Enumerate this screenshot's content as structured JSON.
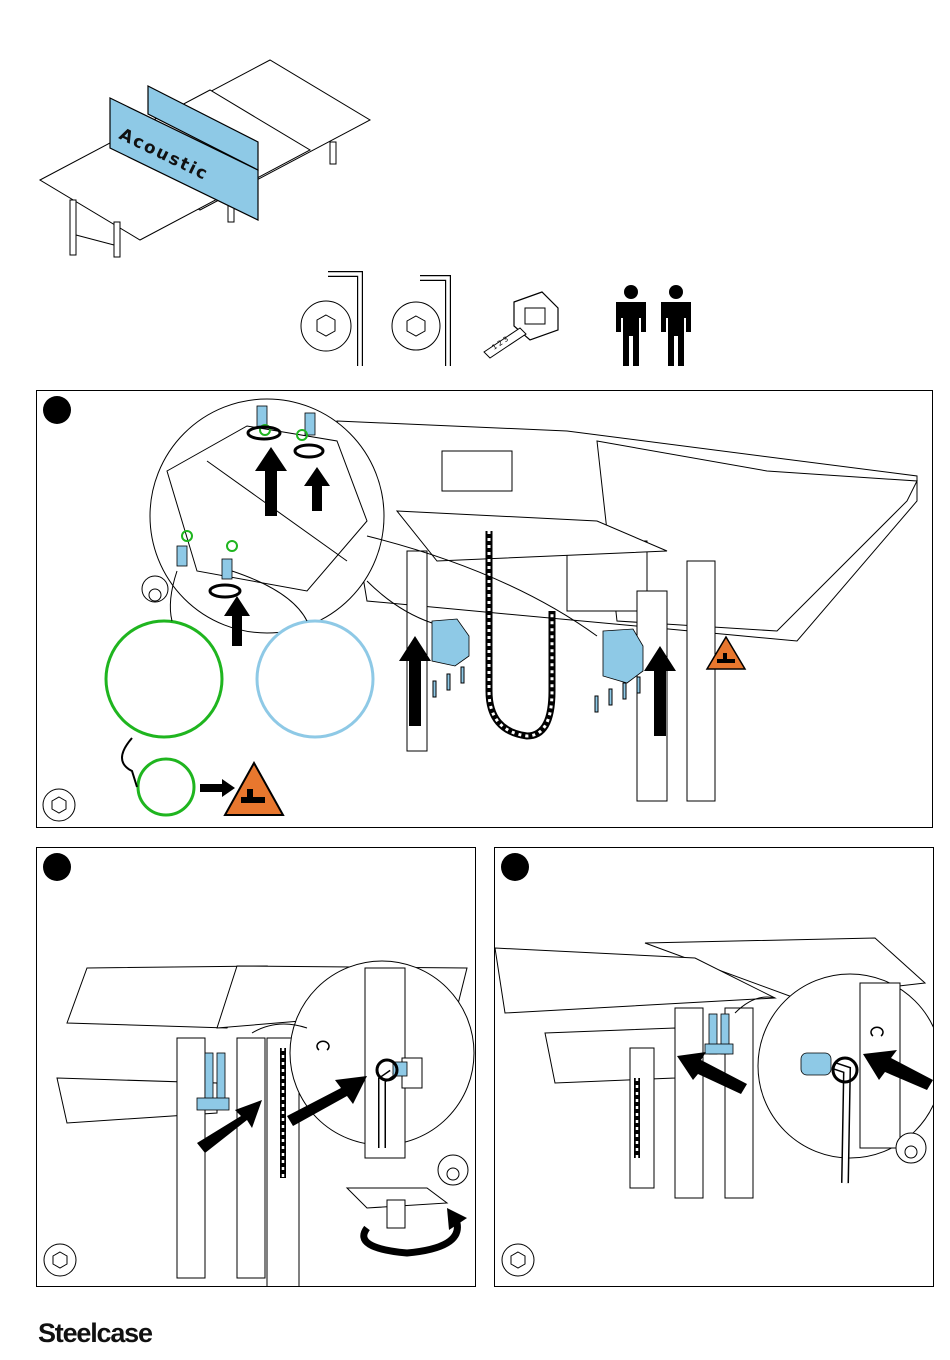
{
  "document": {
    "brand": "Steelcase",
    "hero": {
      "screen_label": "Acoustic",
      "screen_color": "#8ec9e6"
    },
    "tools": [
      {
        "icon": "hex-key-large-icon"
      },
      {
        "icon": "hex-key-small-icon"
      },
      {
        "icon": "tape-measure-icon",
        "tape_text": "1 2 3"
      },
      {
        "icon": "two-people-icon"
      }
    ],
    "steps": [
      {
        "id": 1,
        "badge_color": "#000000"
      },
      {
        "id": 2,
        "badge_color": "#000000"
      },
      {
        "id": 3,
        "badge_color": "#000000"
      }
    ],
    "colors": {
      "part_blue": "#8ec9e6",
      "callout_green": "#1fb51f",
      "callout_blue": "#8ec9e6",
      "warning_orange": "#e8772e"
    }
  }
}
